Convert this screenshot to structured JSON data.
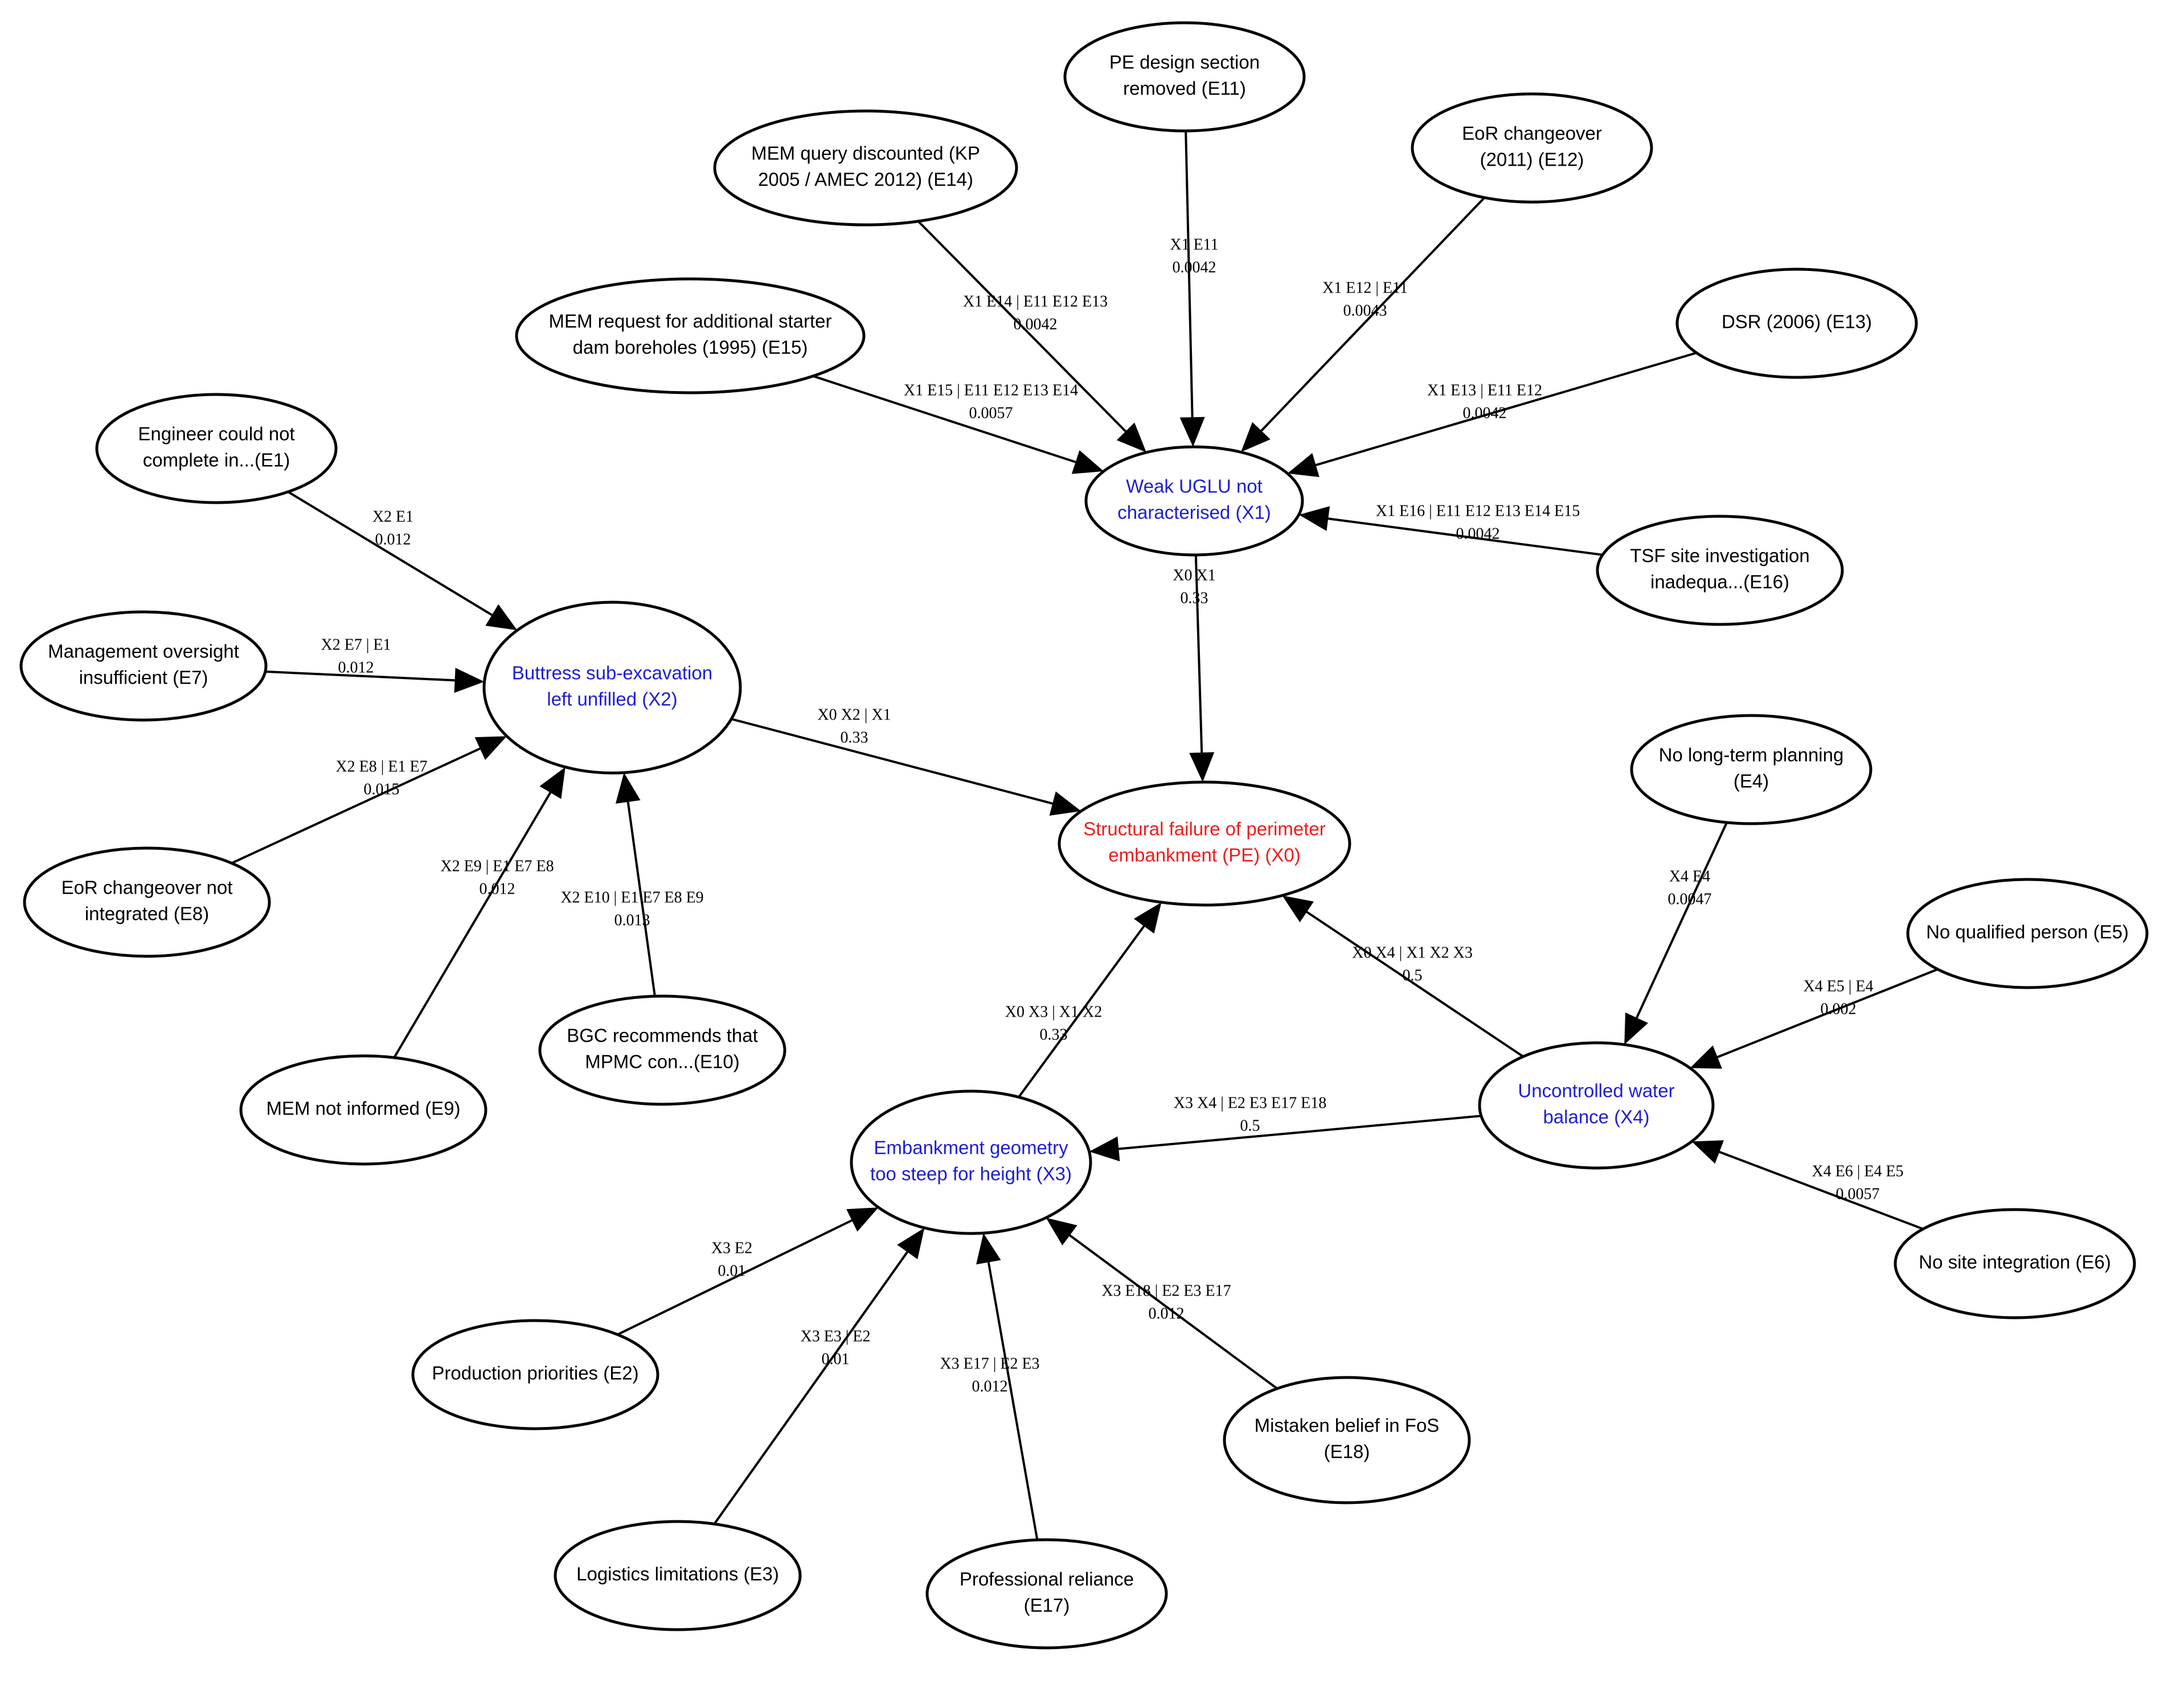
{
  "colors": {
    "evidence_text": "#000000",
    "intermediate_text": "#1d1dd4",
    "root_text": "#ee1c1c",
    "edge": "#000000",
    "node_fill": "#ffffff",
    "node_stroke": "#000000"
  },
  "nodes": [
    {
      "id": "X0",
      "kind": "root",
      "lines": [
        "Structural failure of perimeter",
        "embankment (PE) (X0)"
      ]
    },
    {
      "id": "X1",
      "kind": "intermediate",
      "lines": [
        "Weak UGLU not",
        "characterised (X1)"
      ]
    },
    {
      "id": "X2",
      "kind": "intermediate",
      "lines": [
        "Buttress sub-excavation",
        "left unfilled (X2)"
      ]
    },
    {
      "id": "X3",
      "kind": "intermediate",
      "lines": [
        "Embankment geometry",
        "too steep for height (X3)"
      ]
    },
    {
      "id": "X4",
      "kind": "intermediate",
      "lines": [
        "Uncontrolled water",
        "balance (X4)"
      ]
    },
    {
      "id": "E1",
      "kind": "evidence",
      "lines": [
        "Engineer could not",
        "complete in...(E1)"
      ]
    },
    {
      "id": "E2",
      "kind": "evidence",
      "lines": [
        "Production priorities (E2)"
      ]
    },
    {
      "id": "E3",
      "kind": "evidence",
      "lines": [
        "Logistics limitations (E3)"
      ]
    },
    {
      "id": "E4",
      "kind": "evidence",
      "lines": [
        "No long-term planning",
        "(E4)"
      ]
    },
    {
      "id": "E5",
      "kind": "evidence",
      "lines": [
        "No qualified person (E5)"
      ]
    },
    {
      "id": "E6",
      "kind": "evidence",
      "lines": [
        "No site integration (E6)"
      ]
    },
    {
      "id": "E7",
      "kind": "evidence",
      "lines": [
        "Management oversight",
        "insufficient (E7)"
      ]
    },
    {
      "id": "E8",
      "kind": "evidence",
      "lines": [
        "EoR changeover not",
        "integrated (E8)"
      ]
    },
    {
      "id": "E9",
      "kind": "evidence",
      "lines": [
        "MEM not informed (E9)"
      ]
    },
    {
      "id": "E10",
      "kind": "evidence",
      "lines": [
        "BGC recommends that",
        "MPMC con...(E10)"
      ]
    },
    {
      "id": "E11",
      "kind": "evidence",
      "lines": [
        "PE design section",
        "removed (E11)"
      ]
    },
    {
      "id": "E12",
      "kind": "evidence",
      "lines": [
        "EoR changeover",
        "(2011) (E12)"
      ]
    },
    {
      "id": "E13",
      "kind": "evidence",
      "lines": [
        "DSR (2006) (E13)"
      ]
    },
    {
      "id": "E14",
      "kind": "evidence",
      "lines": [
        "MEM query discounted (KP",
        "2005 / AMEC 2012) (E14)"
      ]
    },
    {
      "id": "E15",
      "kind": "evidence",
      "lines": [
        "MEM request for additional starter",
        "dam boreholes (1995) (E15)"
      ]
    },
    {
      "id": "E16",
      "kind": "evidence",
      "lines": [
        "TSF site investigation",
        "inadequa...(E16)"
      ]
    },
    {
      "id": "E17",
      "kind": "evidence",
      "lines": [
        "Professional reliance",
        "(E17)"
      ]
    },
    {
      "id": "E18",
      "kind": "evidence",
      "lines": [
        "Mistaken belief in FoS",
        "(E18)"
      ]
    }
  ],
  "edges": [
    {
      "from": "X1",
      "to": "X0",
      "label": "X0 X1",
      "value": "0.33"
    },
    {
      "from": "X2",
      "to": "X0",
      "label": "X0 X2 | X1",
      "value": "0.33"
    },
    {
      "from": "X3",
      "to": "X0",
      "label": "X0 X3 | X1 X2",
      "value": "0.33"
    },
    {
      "from": "X4",
      "to": "X0",
      "label": "X0 X4 | X1 X2 X3",
      "value": "0.5"
    },
    {
      "from": "X4",
      "to": "X3",
      "label": "X3 X4 | E2 E3 E17 E18",
      "value": "0.5"
    },
    {
      "from": "E11",
      "to": "X1",
      "label": "X1 E11",
      "value": "0.0042"
    },
    {
      "from": "E12",
      "to": "X1",
      "label": "X1 E12 | E11",
      "value": "0.0043"
    },
    {
      "from": "E13",
      "to": "X1",
      "label": "X1 E13 | E11 E12",
      "value": "0.0042"
    },
    {
      "from": "E14",
      "to": "X1",
      "label": "X1 E14 | E11 E12 E13",
      "value": "0.0042"
    },
    {
      "from": "E15",
      "to": "X1",
      "label": "X1 E15 | E11 E12 E13 E14",
      "value": "0.0057"
    },
    {
      "from": "E16",
      "to": "X1",
      "label": "X1 E16 | E11 E12 E13 E14 E15",
      "value": "0.0042"
    },
    {
      "from": "E1",
      "to": "X2",
      "label": "X2 E1",
      "value": "0.012"
    },
    {
      "from": "E7",
      "to": "X2",
      "label": "X2 E7 | E1",
      "value": "0.012"
    },
    {
      "from": "E8",
      "to": "X2",
      "label": "X2 E8 | E1 E7",
      "value": "0.015"
    },
    {
      "from": "E9",
      "to": "X2",
      "label": "X2 E9 | E1 E7 E8",
      "value": "0.012"
    },
    {
      "from": "E10",
      "to": "X2",
      "label": "X2 E10 | E1 E7 E8 E9",
      "value": "0.013"
    },
    {
      "from": "E2",
      "to": "X3",
      "label": "X3 E2",
      "value": "0.01"
    },
    {
      "from": "E3",
      "to": "X3",
      "label": "X3 E3 | E2",
      "value": "0.01"
    },
    {
      "from": "E17",
      "to": "X3",
      "label": "X3 E17 | E2 E3",
      "value": "0.012"
    },
    {
      "from": "E18",
      "to": "X3",
      "label": "X3 E18 | E2 E3 E17",
      "value": "0.012"
    },
    {
      "from": "E4",
      "to": "X4",
      "label": "X4 E4",
      "value": "0.0047"
    },
    {
      "from": "E5",
      "to": "X4",
      "label": "X4 E5 | E4",
      "value": "0.002"
    },
    {
      "from": "E6",
      "to": "X4",
      "label": "X4 E6 | E4 E5",
      "value": "0.0057"
    }
  ]
}
